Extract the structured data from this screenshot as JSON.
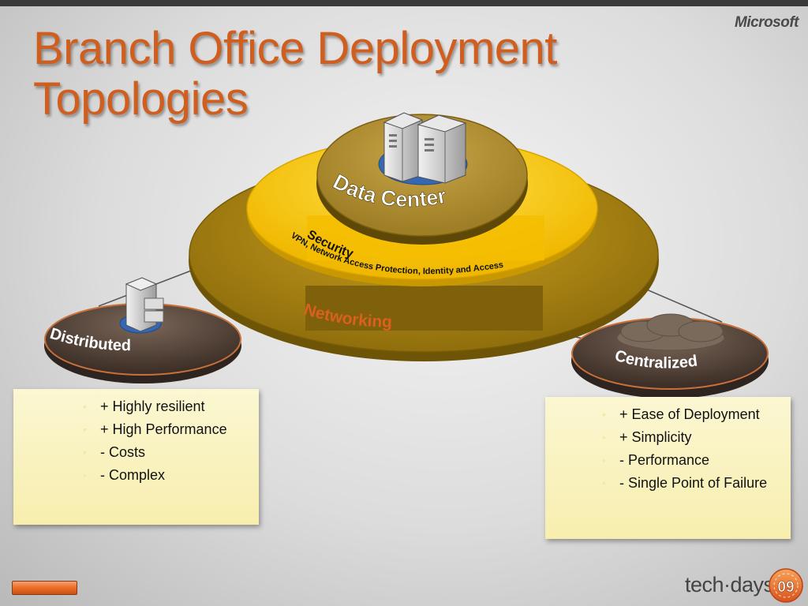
{
  "slide": {
    "title_line1": "Branch Office Deployment",
    "title_line2": "Topologies",
    "logo_text": "Microsoft"
  },
  "diagram": {
    "data_center_label": "Data Center",
    "security_label": "Security",
    "security_sub": "VPN, Network Access Protection, Identity and Access",
    "networking_label": "Networking",
    "distributed_label": "Distributed",
    "centralized_label": "Centralized"
  },
  "distributed_points": [
    "+ Highly resilient",
    "+ High Performance",
    "- Costs",
    "- Complex"
  ],
  "centralized_points": [
    "+ Ease of Deployment",
    "+ Simplicity",
    "- Performance",
    "- Single Point of Failure"
  ],
  "footer": {
    "event_name": "tech·days",
    "event_year": "09"
  },
  "colors": {
    "title": "#cf5e1f",
    "networking_layer": "#b8901a",
    "security_layer": "#f5c400",
    "data_center_layer": "#b89535",
    "node_disc": "#5a4a3e",
    "box_fill": "#f7eeae"
  }
}
